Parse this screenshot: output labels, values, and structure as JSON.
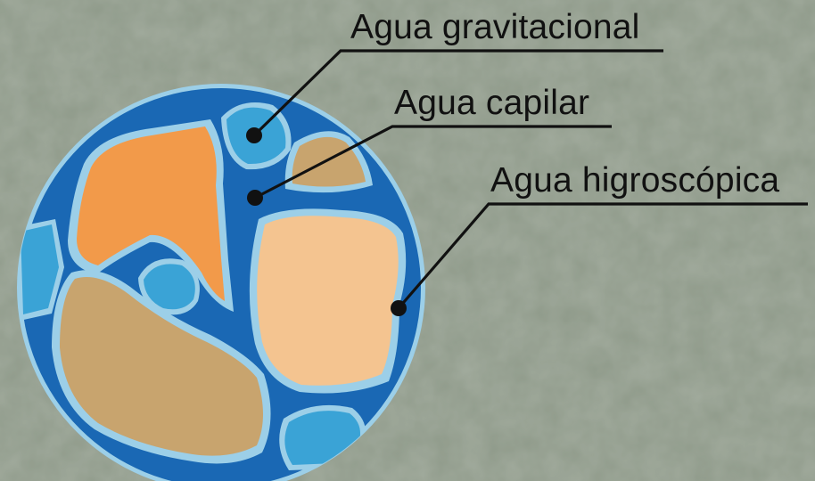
{
  "labels": {
    "gravitational": "Agua gravitacional",
    "capillary": "Agua capilar",
    "hygroscopic": "Agua higroscópica"
  },
  "colors": {
    "background": "#8f9a8a",
    "deep_water": "#1a68b4",
    "film_water": "#9ccfe8",
    "pore_water": "#3aa3d6",
    "orange_particle": "#f29a4a",
    "tan_particle": "#c8a46e",
    "peach_particle": "#f4c490",
    "leader_line": "#111111"
  }
}
